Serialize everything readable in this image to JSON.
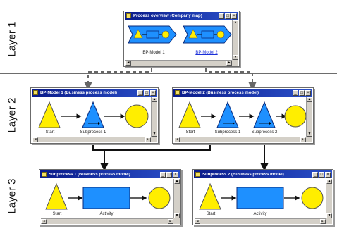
{
  "layers": [
    "Layer 1",
    "Layer 2",
    "Layer 3"
  ],
  "windows": {
    "overview": {
      "title": "Process overview (Company map)",
      "labels": [
        "BP-Model 1",
        "BP-Model 2"
      ]
    },
    "bp1": {
      "title": "BP-Model 1 (Business process model)",
      "labels": [
        "Start",
        "Subprocess 1"
      ]
    },
    "bp2": {
      "title": "BP-Model 2 (Business process model)",
      "labels": [
        "Start",
        "Subprocess 1",
        "Subprocess 2"
      ]
    },
    "sub1": {
      "title": "Subprocess 1 (Business process model)",
      "labels": [
        "Start",
        "Activity"
      ]
    },
    "sub2": {
      "title": "Subprocess 2 (Business process model)",
      "labels": [
        "Start",
        "Activity"
      ]
    }
  },
  "window_buttons": [
    "_",
    "□",
    "×"
  ],
  "colors": {
    "start_triangle": "#ffee00",
    "subprocess_triangle": "#1e90ff",
    "activity": "#1e90ff",
    "end_circle": "#ffee00",
    "titlebar": "#0a1b8a"
  }
}
